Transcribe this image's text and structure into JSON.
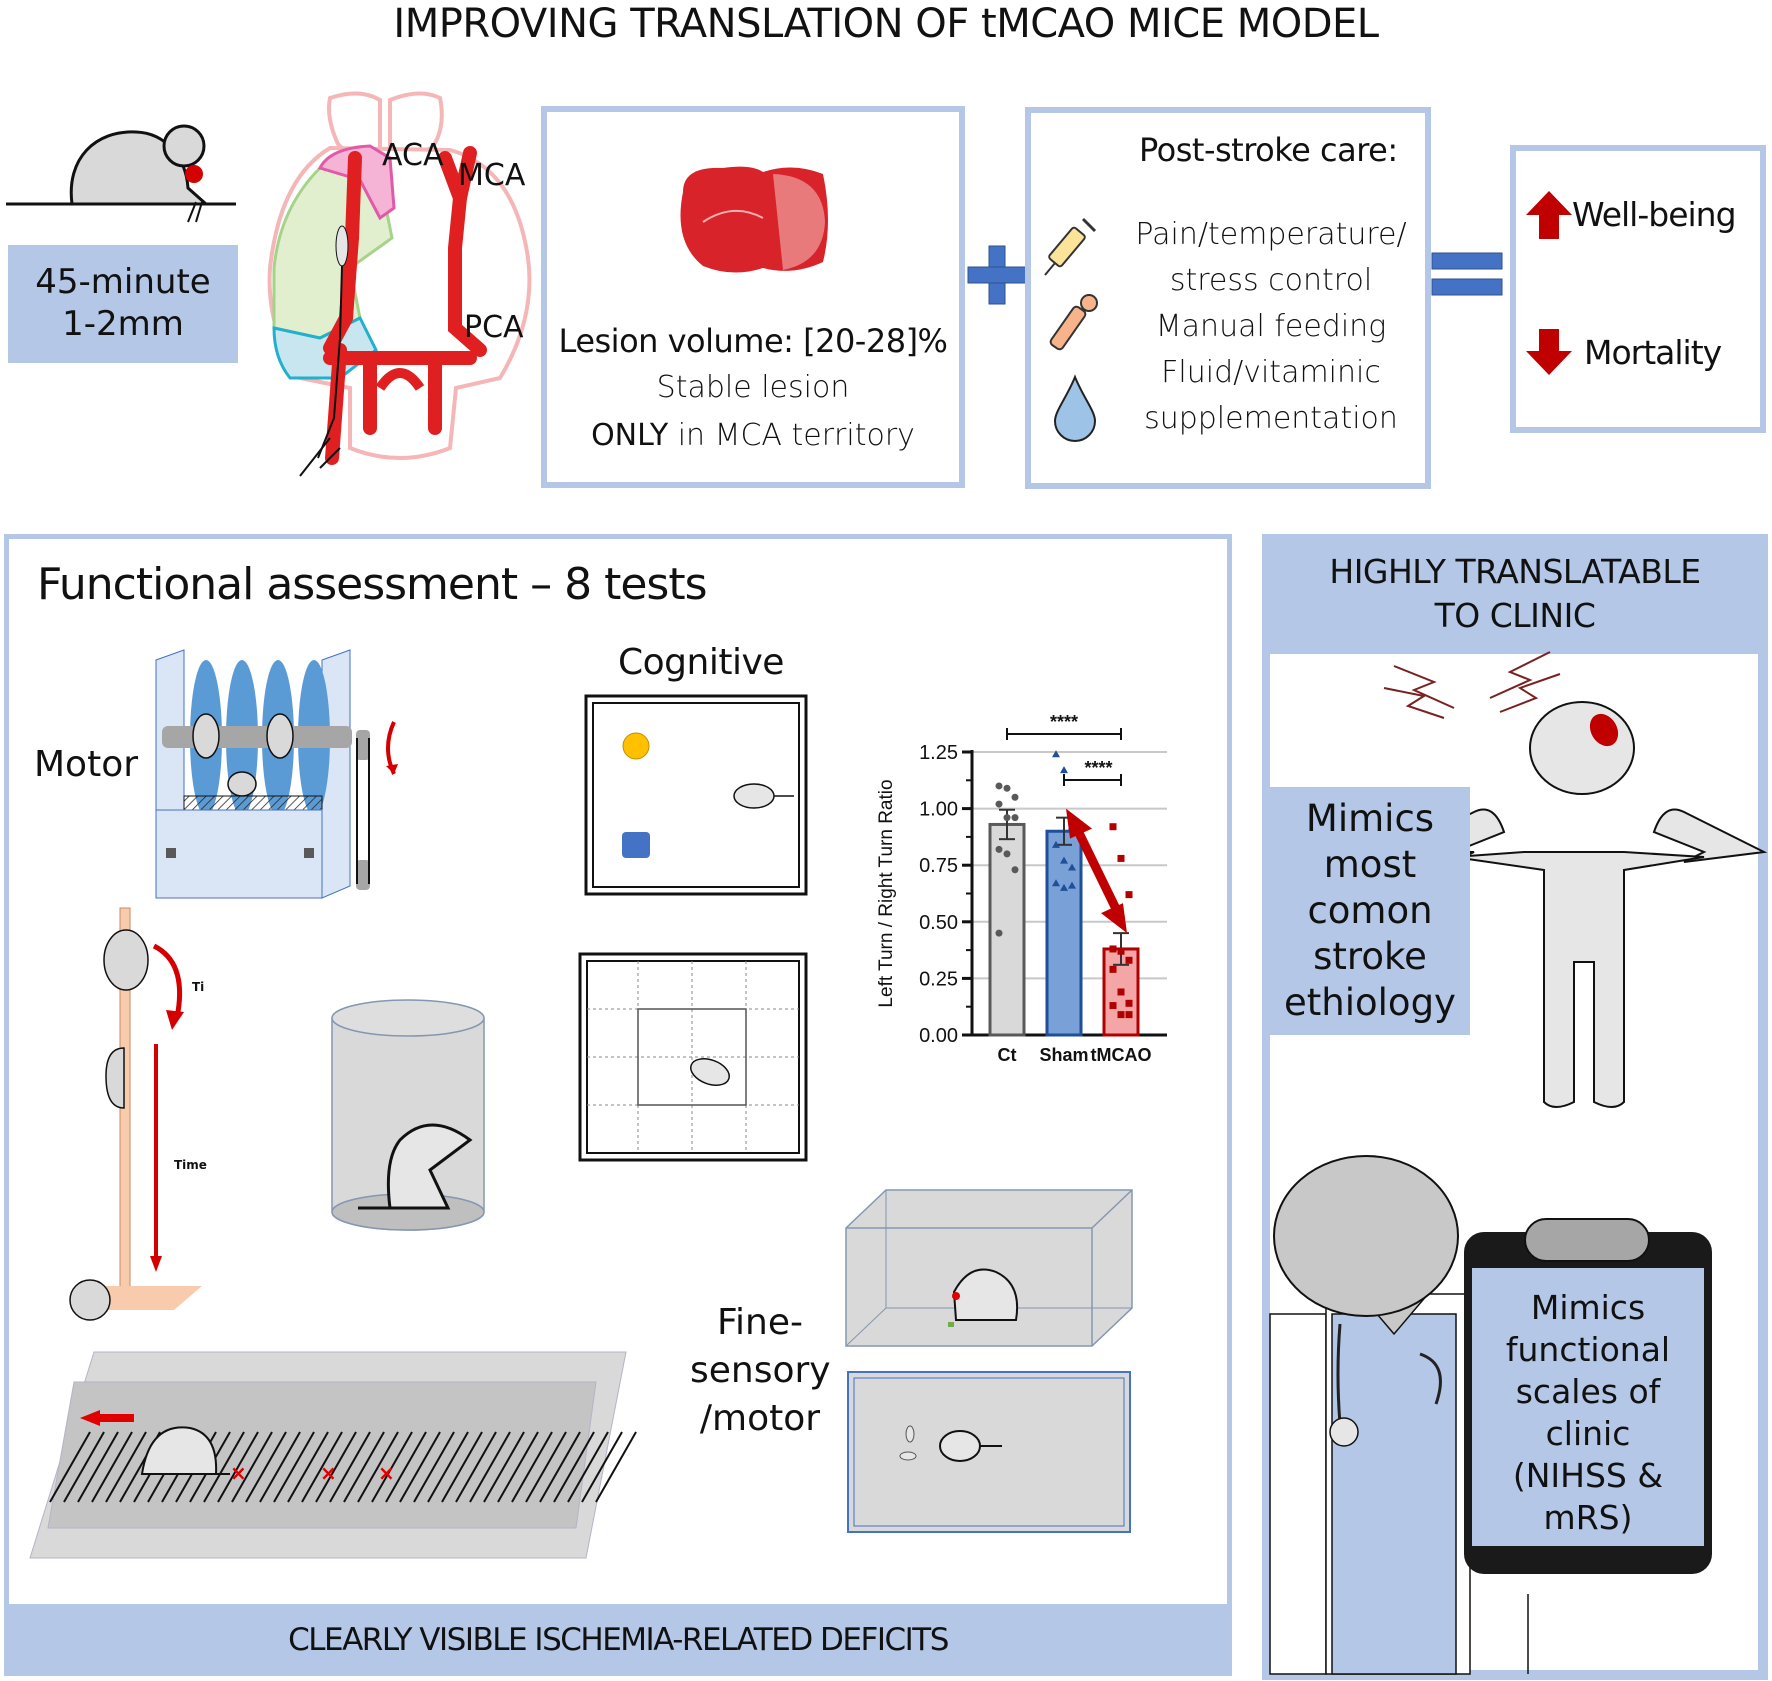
{
  "title": "IMPROVING TRANSLATION OF tMCAO MICE MODEL",
  "colors": {
    "panel_blue": "#b4c7e7",
    "operator_blue": "#4472c4",
    "artery_red": "#e02020",
    "arrow_red": "#c00000",
    "mouse_gray": "#d9d9d9"
  },
  "top_row": {
    "procedure": {
      "line1": "45-minute",
      "line2": "1-2mm"
    },
    "brain_labels": {
      "aca": "ACA",
      "mca": "MCA",
      "pca": "PCA"
    },
    "lesion_box": {
      "line1": "Lesion volume: [20-28]%",
      "line2": "Stable lesion",
      "line3_bold": "ONLY",
      "line3_rest": " in MCA territory"
    },
    "plus_operator": "plus-icon",
    "care_box": {
      "title": "Post-stroke care:",
      "items": [
        {
          "icon": "syringe-icon",
          "text": "Pain/temperature/"
        },
        {
          "icon": "",
          "text": "stress control"
        },
        {
          "icon": "dropper-icon",
          "text": "Manual feeding"
        },
        {
          "icon": "water-drop-icon",
          "text": "Fluid/vitaminic"
        },
        {
          "icon": "",
          "text": "supplementation"
        }
      ]
    },
    "equals_operator": "equals-icon",
    "outcome_box": {
      "up_label": "Well-being",
      "down_label": "Mortality"
    }
  },
  "functional": {
    "title": "Functional assessment – 8 tests",
    "motor_label": "Motor",
    "cognitive_label": "Cognitive",
    "fine_label_1": "Fine-",
    "fine_label_2": "sensory",
    "fine_label_3": "/motor",
    "pole_test": {
      "turn_label": "Ti",
      "time_label": "Time"
    },
    "footer": "CLEARLY VISIBLE ISCHEMIA-RELATED DEFICITS"
  },
  "clinic": {
    "header_line1": "HIGHLY TRANSLATABLE",
    "header_line2": "TO CLINIC",
    "ethiology": [
      "Mimics",
      "most",
      "comon",
      "stroke",
      "ethiology"
    ],
    "clipboard": [
      "Mimics",
      "functional",
      "scales of",
      "clinic",
      "(NIHSS &",
      "mRS)"
    ]
  },
  "chart_data": {
    "type": "bar",
    "title": "",
    "xlabel": "",
    "ylabel": "Left Turn / Right Turn Ratio",
    "categories": [
      "Ct",
      "Sham",
      "tMCAO"
    ],
    "values": [
      0.93,
      0.9,
      0.38
    ],
    "errors": [
      0.065,
      0.06,
      0.07
    ],
    "ylim": [
      0,
      1.25
    ],
    "yticks": [
      "0.00",
      "0.25",
      "0.50",
      "0.75",
      "1.00",
      "1.25"
    ],
    "ytick_values": [
      0,
      0.25,
      0.5,
      0.75,
      1.0,
      1.25
    ],
    "grid": true,
    "bar_fill": [
      "#d9d9d9",
      "#7aa0d8",
      "#f4a6a6"
    ],
    "bar_stroke": [
      "#595959",
      "#1f4e9a",
      "#b00000"
    ],
    "points": [
      {
        "series": "Ct",
        "marker": "circle",
        "values": [
          1.1,
          1.09,
          1.05,
          1.02,
          0.96,
          0.96,
          0.82,
          0.8,
          0.73,
          0.45
        ]
      },
      {
        "series": "Sham",
        "marker": "triangle",
        "values": [
          1.24,
          1.17,
          0.92,
          0.84,
          0.77,
          0.74,
          0.67,
          0.65,
          0.66
        ]
      },
      {
        "series": "tMCAO",
        "marker": "square",
        "values": [
          0.92,
          0.78,
          0.62,
          0.38,
          0.37,
          0.33,
          0.29,
          0.19,
          0.14,
          0.13,
          0.09,
          0.09
        ]
      }
    ],
    "significance": [
      {
        "from": "Ct",
        "to": "tMCAO",
        "label": "****"
      },
      {
        "from": "Sham",
        "to": "tMCAO",
        "label": "****"
      }
    ],
    "annotation": "double-headed red arrow from Sham to tMCAO"
  }
}
